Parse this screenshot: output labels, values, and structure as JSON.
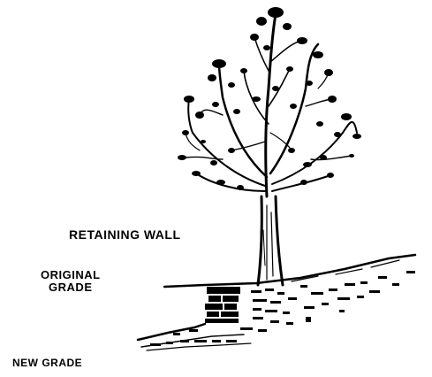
{
  "labels": {
    "retaining_wall": "RETAINING WALL",
    "original_grade_line1": "ORIGINAL",
    "original_grade_line2": "GRADE",
    "new_grade": "NEW GRADE"
  },
  "colors": {
    "ink": "#000000",
    "background": "#ffffff"
  }
}
